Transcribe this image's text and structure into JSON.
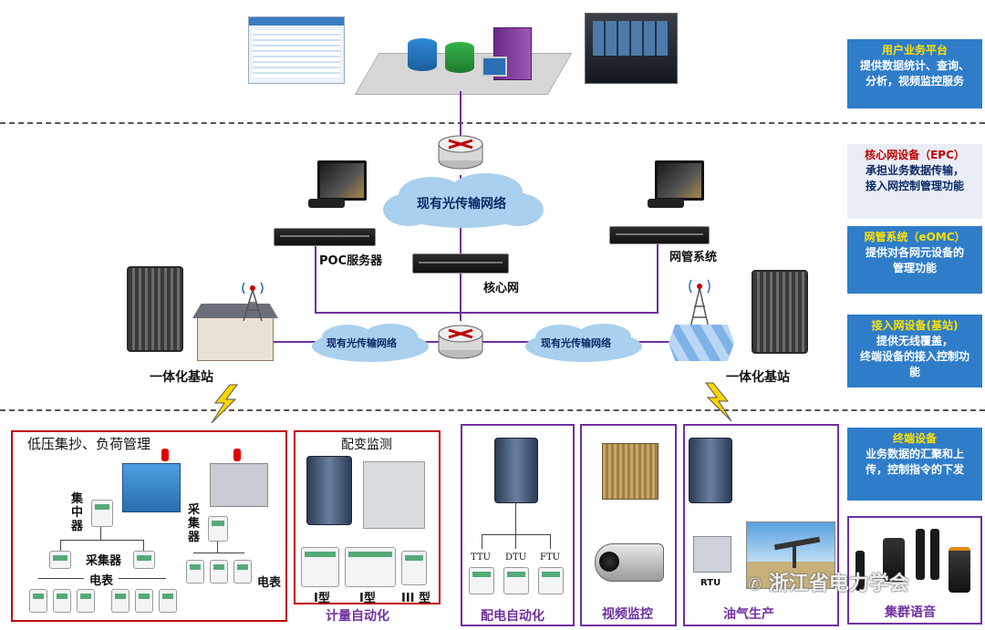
{
  "diagram": {
    "clouds": {
      "top": "现有光传输网络",
      "left": "现有光传输网络",
      "right": "现有光传输网络"
    },
    "labels": {
      "poc": "POC服务器",
      "nms": "网管系统",
      "core": "核心网",
      "bs_left": "一体化基站",
      "bs_right": "一体化基站"
    },
    "terminal_groups": {
      "lv": {
        "title": "低压集抄、负荷管理",
        "concentrator": "集中器",
        "collector_left": "采集器",
        "meter_left": "电表",
        "collector_right": "采集器",
        "meter_right": "电表"
      },
      "transformer": {
        "title": "配变监测",
        "type1": "I型",
        "type2": "I型",
        "type3": "III 型",
        "caption": "计量自动化"
      },
      "distribution": {
        "ttu": "TTU",
        "dtu": "DTU",
        "ftu": "FTU",
        "caption": "配电自动化"
      },
      "video": {
        "caption": "视频监控"
      },
      "oilgas": {
        "rtu": "RTU",
        "caption": "油气生产"
      },
      "trunk": {
        "caption": "集群语音"
      }
    },
    "watermark": "浙江省电力学会",
    "colors": {
      "purple": "#7030a0",
      "red": "#c00000",
      "side_bg": "#2f7dc9",
      "side_title": "#ffe000",
      "side_title_red": "#ff3333"
    }
  },
  "side_panel": [
    {
      "title": "用户业务平台",
      "desc1": "提供数据统计、查询、",
      "desc2": "分析，视频监控服务"
    },
    {
      "title": "核心网设备（EPC）",
      "desc1": "承担业务数据传输，",
      "desc2": "接入网控制管理功能"
    },
    {
      "title": "网管系统（eOMC）",
      "desc1": "提供对各网元设备的",
      "desc2": "管理功能"
    },
    {
      "title": "接入网设备(基站)",
      "desc1": "提供无线覆盖，",
      "desc2": "终端设备的接入控制功",
      "desc3": "能"
    },
    {
      "title": "终端设备",
      "desc1": "业务数据的汇聚和上",
      "desc2": "传，控制指令的下发"
    }
  ]
}
